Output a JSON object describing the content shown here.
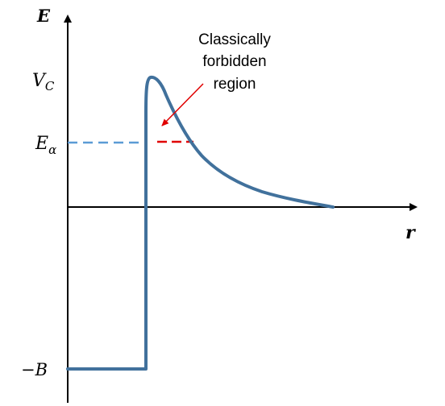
{
  "axes": {
    "y_label": "E",
    "x_label": "r"
  },
  "levels": {
    "coulomb_barrier": {
      "symbol": "V",
      "subscript": "C"
    },
    "alpha_energy": {
      "symbol": "E",
      "subscript": "α"
    },
    "binding": "−B"
  },
  "annotation": {
    "lines": [
      "Classically",
      "forbidden",
      "region"
    ]
  },
  "colors": {
    "axis": "#000000",
    "curve": "#41719C",
    "energy_dashed": "#5B9BD5",
    "forbidden_dashed": "#E00000",
    "arrow": "#E00000"
  }
}
